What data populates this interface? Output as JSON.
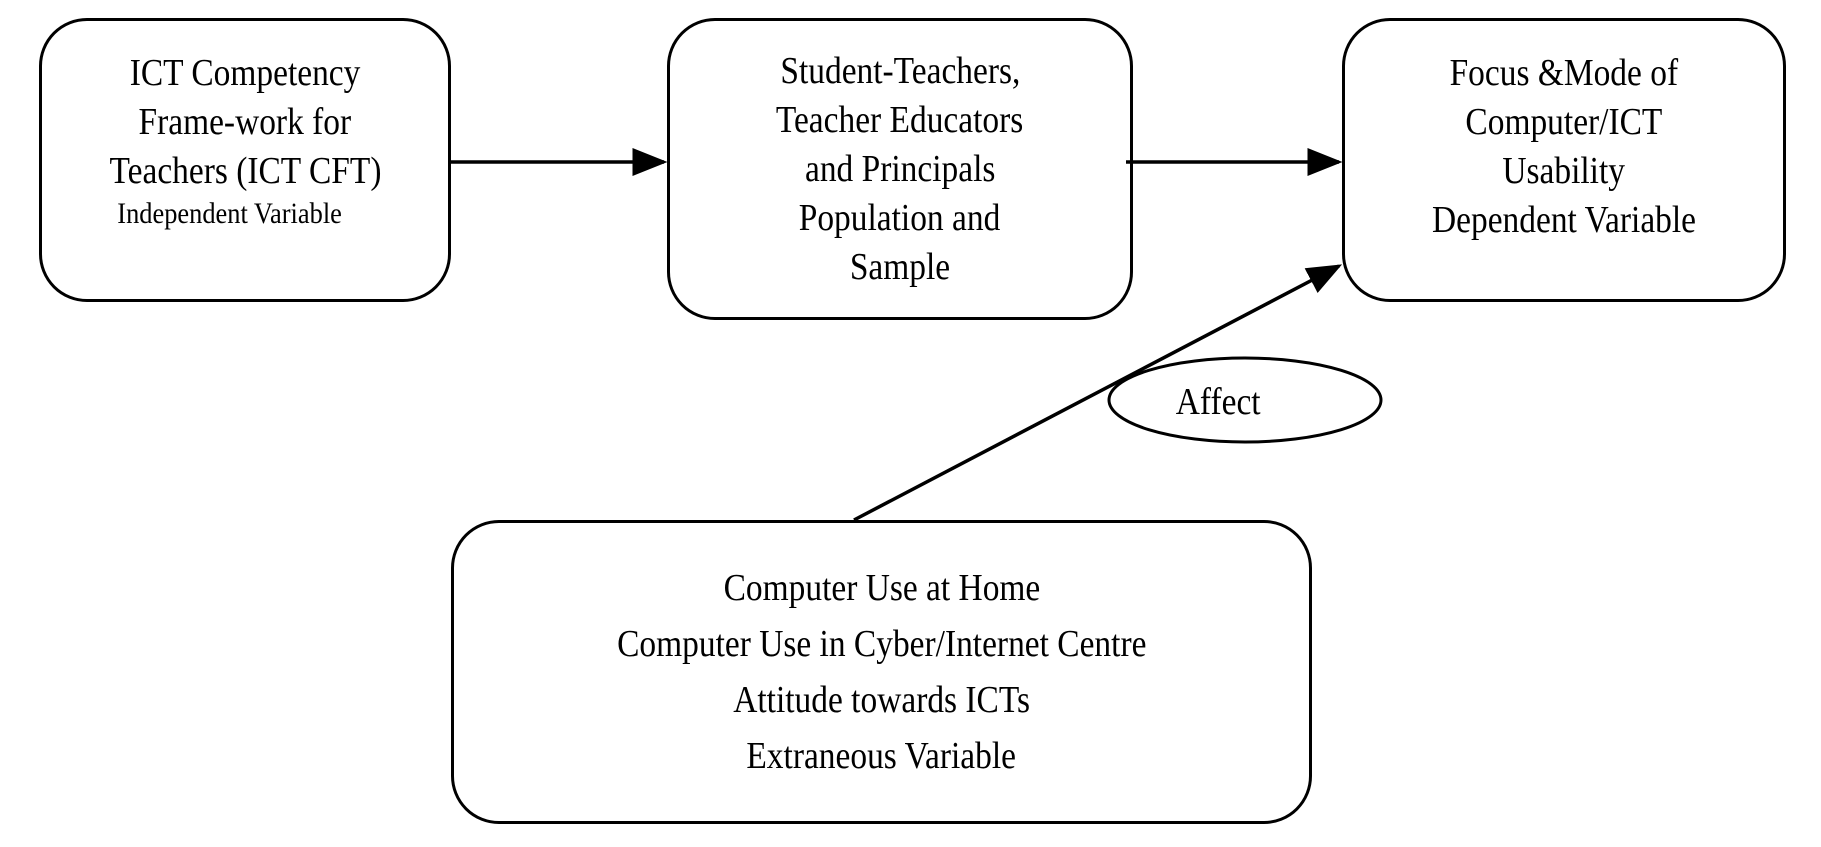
{
  "boxes": {
    "independent": {
      "lines": [
        "ICT Competency",
        "Frame-work for",
        "Teachers (ICT CFT)"
      ],
      "role": "Independent Variable"
    },
    "population": {
      "lines": [
        "Student-Teachers,",
        "Teacher Educators",
        "and Principals",
        "Population and",
        "Sample"
      ]
    },
    "dependent": {
      "lines": [
        "Focus &Mode of",
        "Computer/ICT",
        "Usability"
      ],
      "role": "Dependent Variable"
    },
    "extraneous": {
      "lines": [
        "Computer Use at Home",
        "Computer Use in Cyber/Internet Centre",
        "Attitude towards ICTs"
      ],
      "role": "Extraneous Variable"
    }
  },
  "edge_label": "Affect"
}
